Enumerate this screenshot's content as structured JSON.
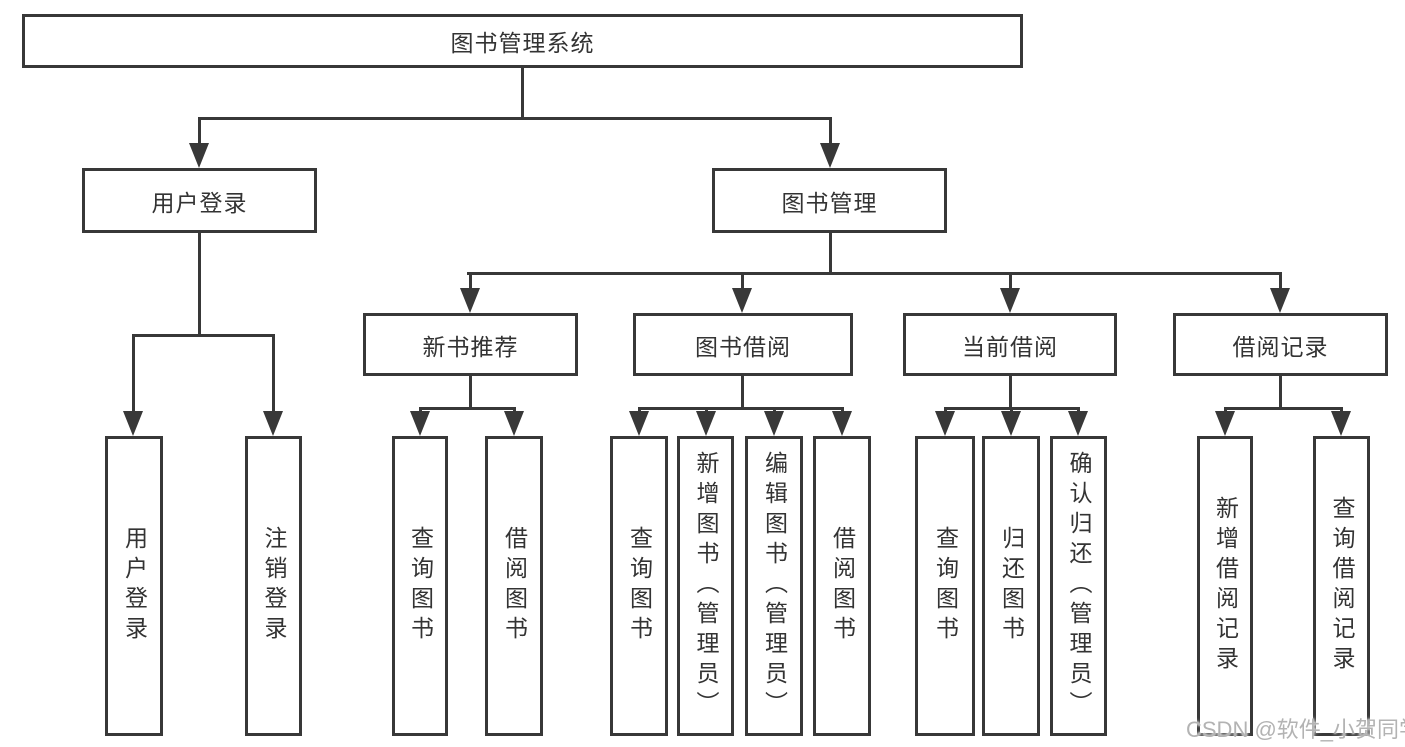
{
  "diagram": {
    "type": "hierarchy-tree",
    "colors": {
      "line": "#383838",
      "border": "#383838",
      "text": "#333333",
      "background": "#ffffff",
      "watermark": "#b3b3b3"
    }
  },
  "tree": {
    "label": "图书管理系统",
    "children": [
      {
        "label": "用户登录",
        "children": [
          {
            "label": "用户登录"
          },
          {
            "label": "注销登录"
          }
        ]
      },
      {
        "label": "图书管理",
        "children": [
          {
            "label": "新书推荐",
            "children": [
              {
                "label": "查询图书"
              },
              {
                "label": "借阅图书"
              }
            ]
          },
          {
            "label": "图书借阅",
            "children": [
              {
                "label": "查询图书"
              },
              {
                "label": "新增图书（管理员）"
              },
              {
                "label": "编辑图书（管理员）"
              },
              {
                "label": "借阅图书"
              }
            ]
          },
          {
            "label": "当前借阅",
            "children": [
              {
                "label": "查询图书"
              },
              {
                "label": "归还图书"
              },
              {
                "label": "确认归还（管理员）"
              }
            ]
          },
          {
            "label": "借阅记录",
            "children": [
              {
                "label": "新增借阅记录"
              },
              {
                "label": "查询借阅记录"
              }
            ]
          }
        ]
      }
    ]
  },
  "watermark": {
    "text": "CSDN @软件_小贺同学"
  }
}
